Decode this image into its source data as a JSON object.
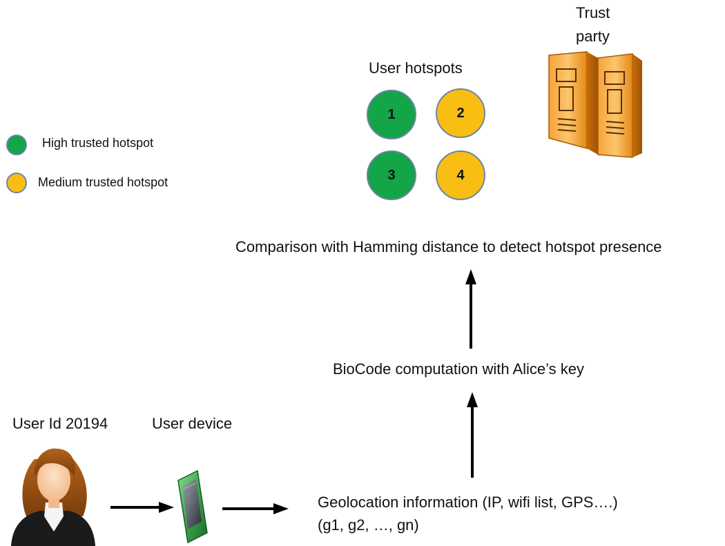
{
  "colors": {
    "high": "#13a548",
    "medium": "#f9be13",
    "circle_border": "#6d85a6"
  },
  "legend": {
    "high_label": "High trusted hotspot",
    "medium_label": "Medium trusted hotspot"
  },
  "hotspots": {
    "title": "User hotspots",
    "items": [
      {
        "label": "1",
        "trust": "high"
      },
      {
        "label": "2",
        "trust": "medium"
      },
      {
        "label": "3",
        "trust": "high"
      },
      {
        "label": "4",
        "trust": "medium"
      }
    ]
  },
  "trust_party": {
    "line1": "Trust",
    "line2": "party",
    "icon": "server-towers-icon"
  },
  "flow": {
    "comparison": "Comparison with Hamming distance to detect hotspot presence",
    "biocode": "BioCode computation with Alice’s key",
    "geo_line1": "Geolocation information (IP, wifi list, GPS….)",
    "geo_line2": "(g1, g2, …, gn)"
  },
  "user": {
    "id_label": "User Id 20194",
    "device_label": "User device",
    "avatar_icon": "user-avatar-icon",
    "device_icon": "mobile-device-icon"
  }
}
